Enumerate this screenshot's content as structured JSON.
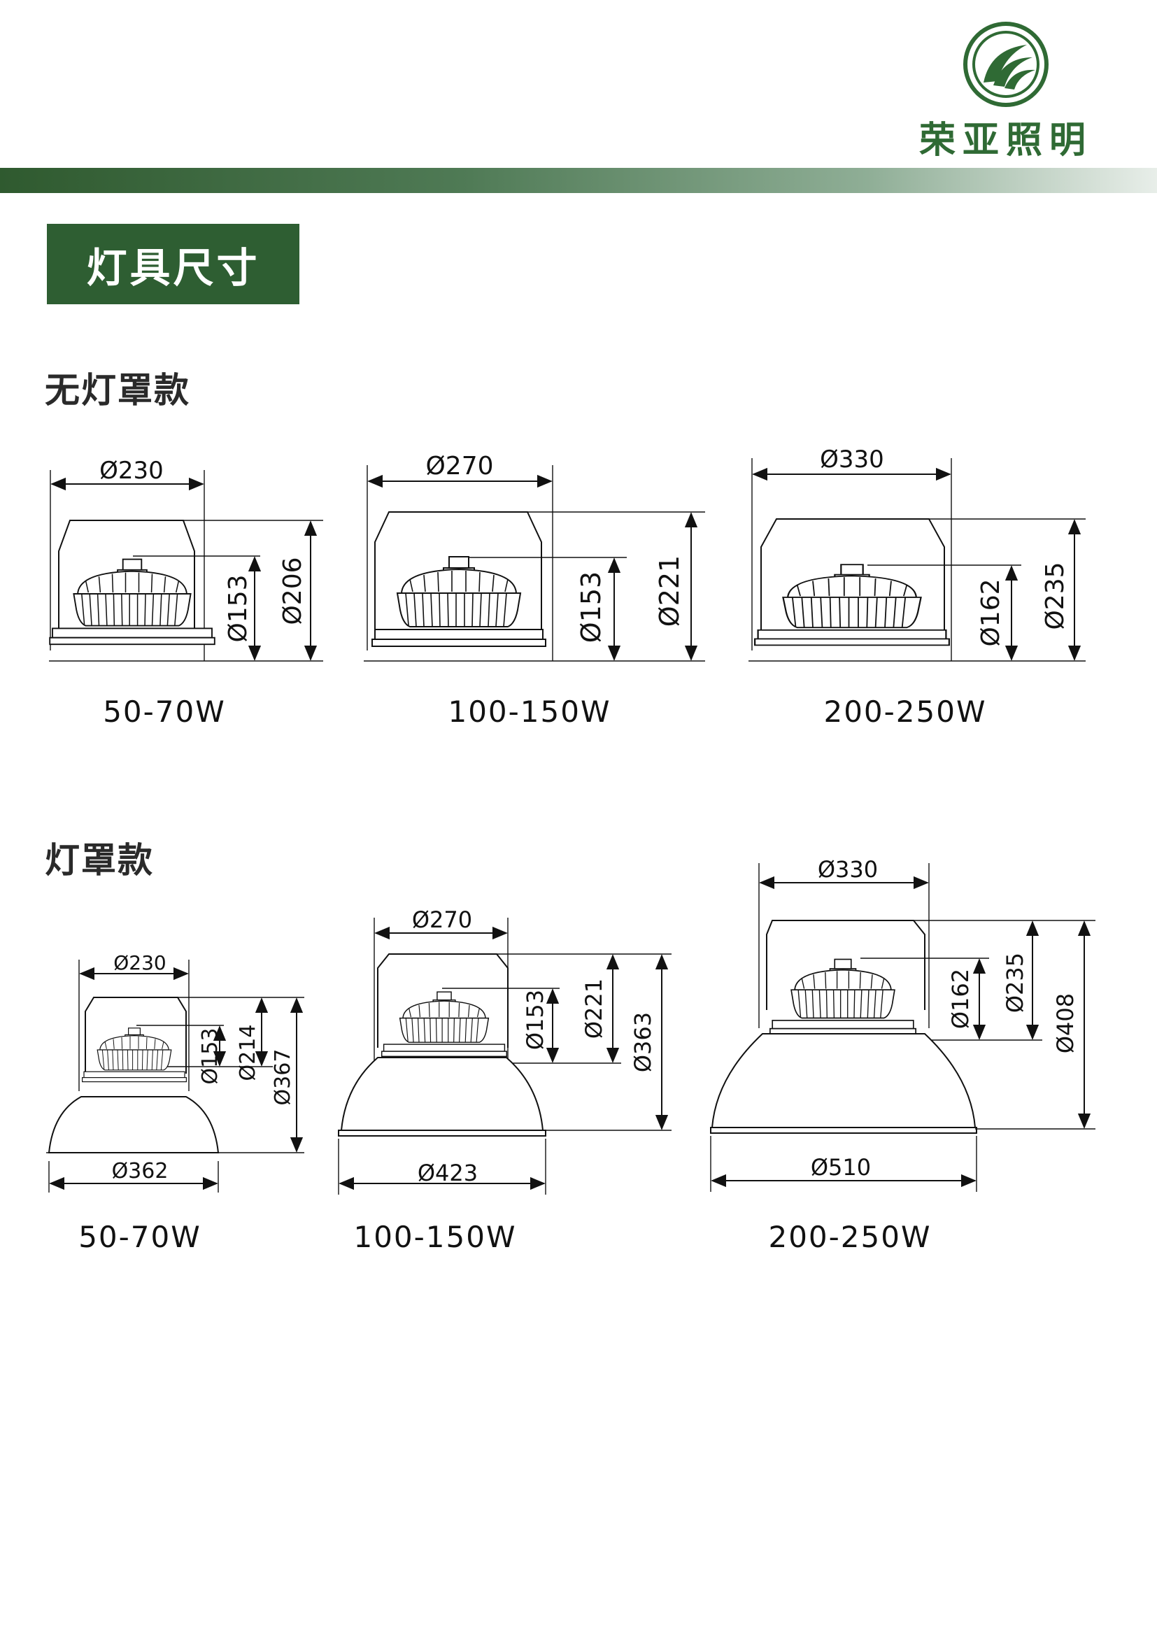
{
  "brand": {
    "name": "荣亚照明",
    "accent_color": "#2e5e32",
    "logo_icon": "palm-leaf-circle-logo"
  },
  "section_title": "灯具尺寸",
  "groups": [
    {
      "title": "无灯罩款",
      "items": [
        {
          "power": "50-70W",
          "width": "Ø230",
          "body": "Ø153",
          "height": "Ø206"
        },
        {
          "power": "100-150W",
          "width": "Ø270",
          "body": "Ø153",
          "height": "Ø221"
        },
        {
          "power": "200-250W",
          "width": "Ø330",
          "body": "Ø162",
          "height": "Ø235"
        }
      ]
    },
    {
      "title": "灯罩款",
      "items": [
        {
          "power": "50-70W",
          "width": "Ø230",
          "body": "Ø153",
          "bracket": "Ø214",
          "height": "Ø367",
          "shade": "Ø362"
        },
        {
          "power": "100-150W",
          "width": "Ø270",
          "body": "Ø153",
          "bracket": "Ø221",
          "height": "Ø363",
          "shade": "Ø423"
        },
        {
          "power": "200-250W",
          "width": "Ø330",
          "body": "Ø162",
          "bracket": "Ø235",
          "height": "Ø408",
          "shade": "Ø510"
        }
      ]
    }
  ]
}
